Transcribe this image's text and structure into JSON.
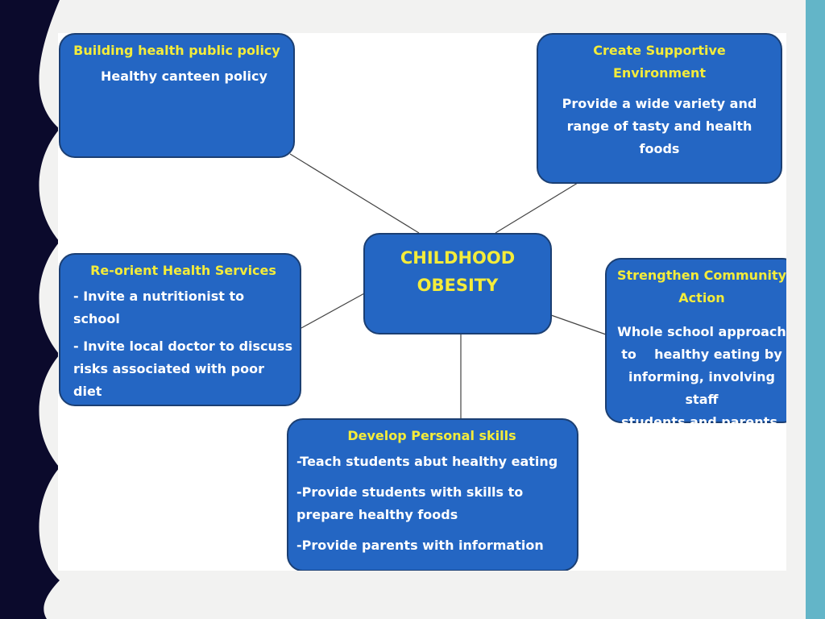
{
  "diagram": {
    "center": {
      "lines": [
        "CHILDHOOD",
        "OBESITY"
      ]
    },
    "boxes": {
      "policy": {
        "title": "Building health public policy",
        "body": "Healthy canteen policy"
      },
      "environment": {
        "title_lines": [
          "Create Supportive",
          "Environment"
        ],
        "body_lines": [
          "Provide a wide variety and",
          "range of tasty and health",
          "foods"
        ]
      },
      "health_services": {
        "title": "Re-orient Health Services",
        "items": [
          "- Invite a nutritionist to school",
          "- Invite local doctor to discuss risks associated with poor diet"
        ]
      },
      "community": {
        "title_lines": [
          "Strengthen Community",
          "Action"
        ],
        "body_lines": [
          "Whole school approach",
          "to    healthy eating by",
          "informing, involving staff",
          "students and parents."
        ]
      },
      "personal_skills": {
        "title": "Develop Personal skills",
        "items": [
          "-Teach students abut healthy eating",
          "-Provide students with skills to prepare healthy foods",
          "-Provide parents with information"
        ]
      }
    }
  },
  "colors": {
    "box_fill": "#2466c3",
    "title_text": "#f4ec3a",
    "body_text": "#ffffff",
    "side_bar": "#63b5c8",
    "left_strip": "#0b0a2c"
  }
}
